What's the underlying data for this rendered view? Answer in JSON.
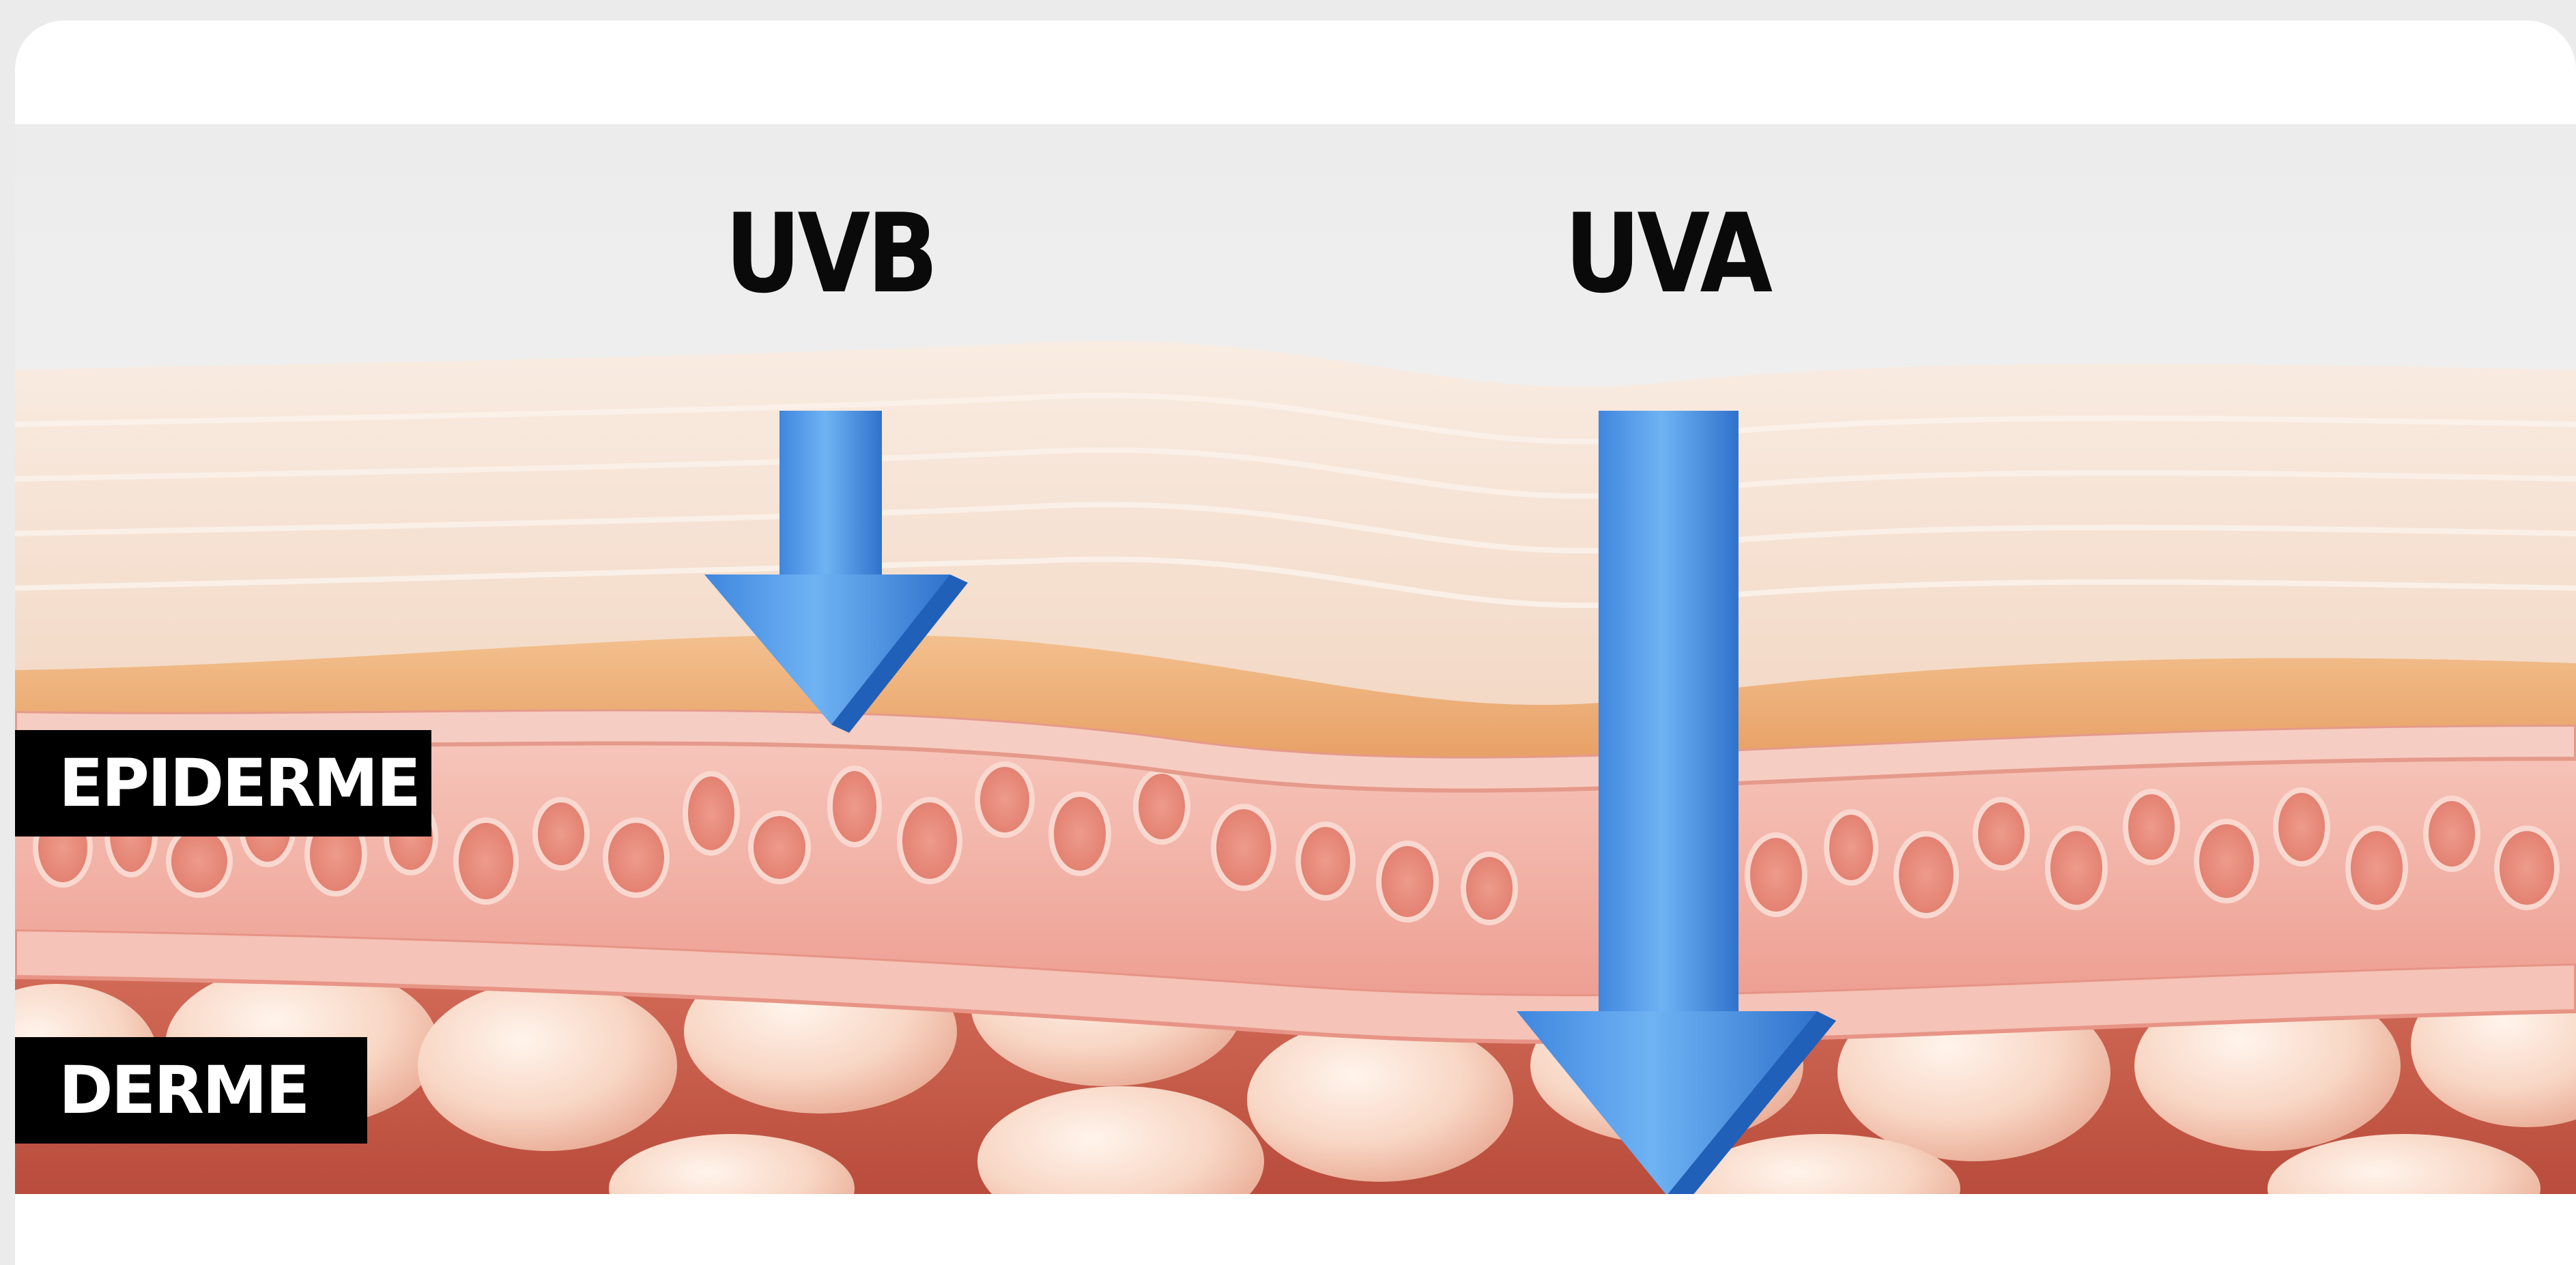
{
  "diagram": {
    "rays": [
      {
        "name": "UVB",
        "label": "UVB",
        "depth": "epidermis",
        "arrow_color": "#4a90e2"
      },
      {
        "name": "UVA",
        "label": "UVA",
        "depth": "dermis",
        "arrow_color": "#4a90e2"
      }
    ],
    "layers": [
      {
        "label": "EPIDERME"
      },
      {
        "label": "DERME"
      }
    ],
    "colors": {
      "background": "#ebebeb",
      "card": "#ffffff",
      "skin_surface": "#f6e3d6",
      "stratum": "#eeb07a",
      "tissue": "#f3b7ac",
      "fat_cells": "#f7d2c0",
      "label_bg": "#000000",
      "label_text": "#ffffff"
    }
  }
}
